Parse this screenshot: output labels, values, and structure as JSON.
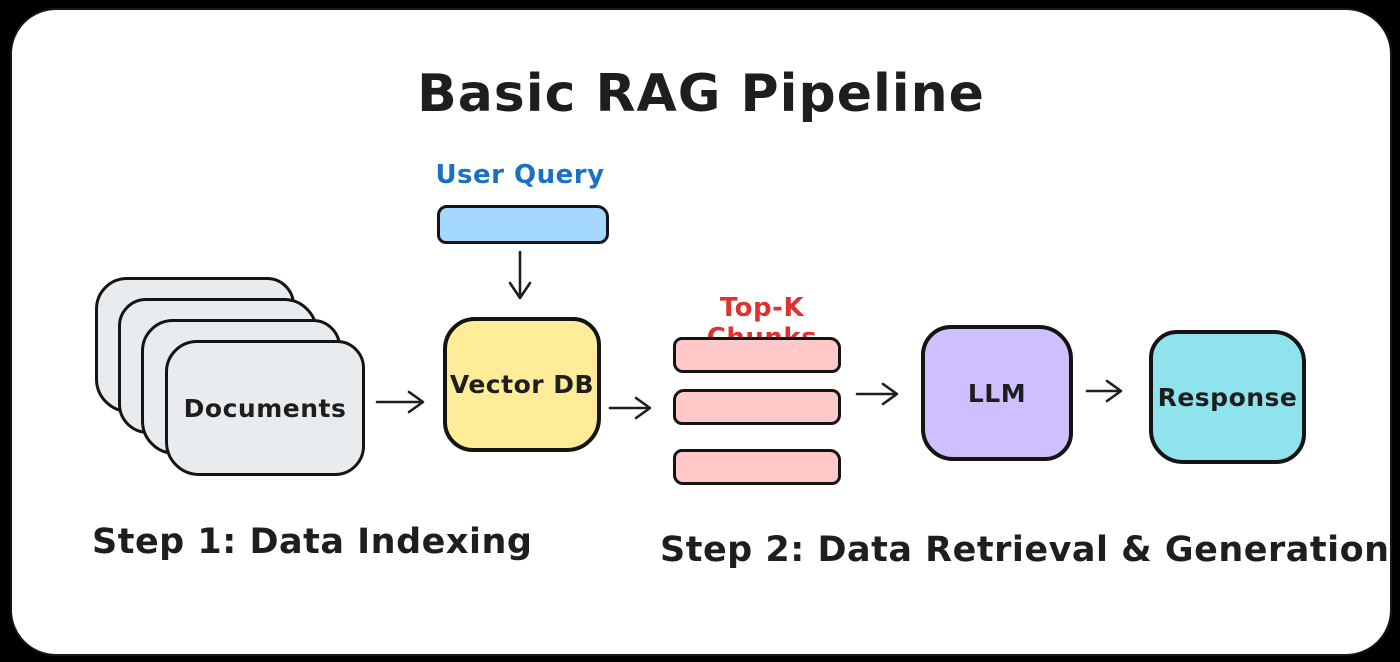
{
  "title": {
    "text": "Basic RAG Pipeline",
    "color": "#1e1e1e"
  },
  "user_query": {
    "label": "User Query",
    "label_color": "#1971c2",
    "bar_fill": "#a5d8ff"
  },
  "documents": {
    "label": "Documents",
    "fill": "#e9ecef",
    "stack_count": 4
  },
  "vector_db": {
    "label": "Vector DB",
    "fill": "#ffec99"
  },
  "top_k_chunks": {
    "label": "Top-K Chunks",
    "label_color": "#e03131",
    "fill": "#ffc9c9",
    "count": 3
  },
  "llm": {
    "label": "LLM",
    "fill": "#d0bfff"
  },
  "response": {
    "label": "Response",
    "fill": "#8fe3ed"
  },
  "steps": [
    {
      "label": "Step 1: Data Indexing"
    },
    {
      "label": "Step 2: Data Retrieval & Generation"
    }
  ],
  "connections": [
    {
      "from": "User Query",
      "to": "Vector DB"
    },
    {
      "from": "Documents",
      "to": "Vector DB"
    },
    {
      "from": "Vector DB",
      "to": "Top-K Chunks"
    },
    {
      "from": "Top-K Chunks",
      "to": "LLM"
    },
    {
      "from": "LLM",
      "to": "Response"
    }
  ],
  "canvas": {
    "background": "#000000",
    "card_background": "#ffffff",
    "stroke": "#141414"
  }
}
